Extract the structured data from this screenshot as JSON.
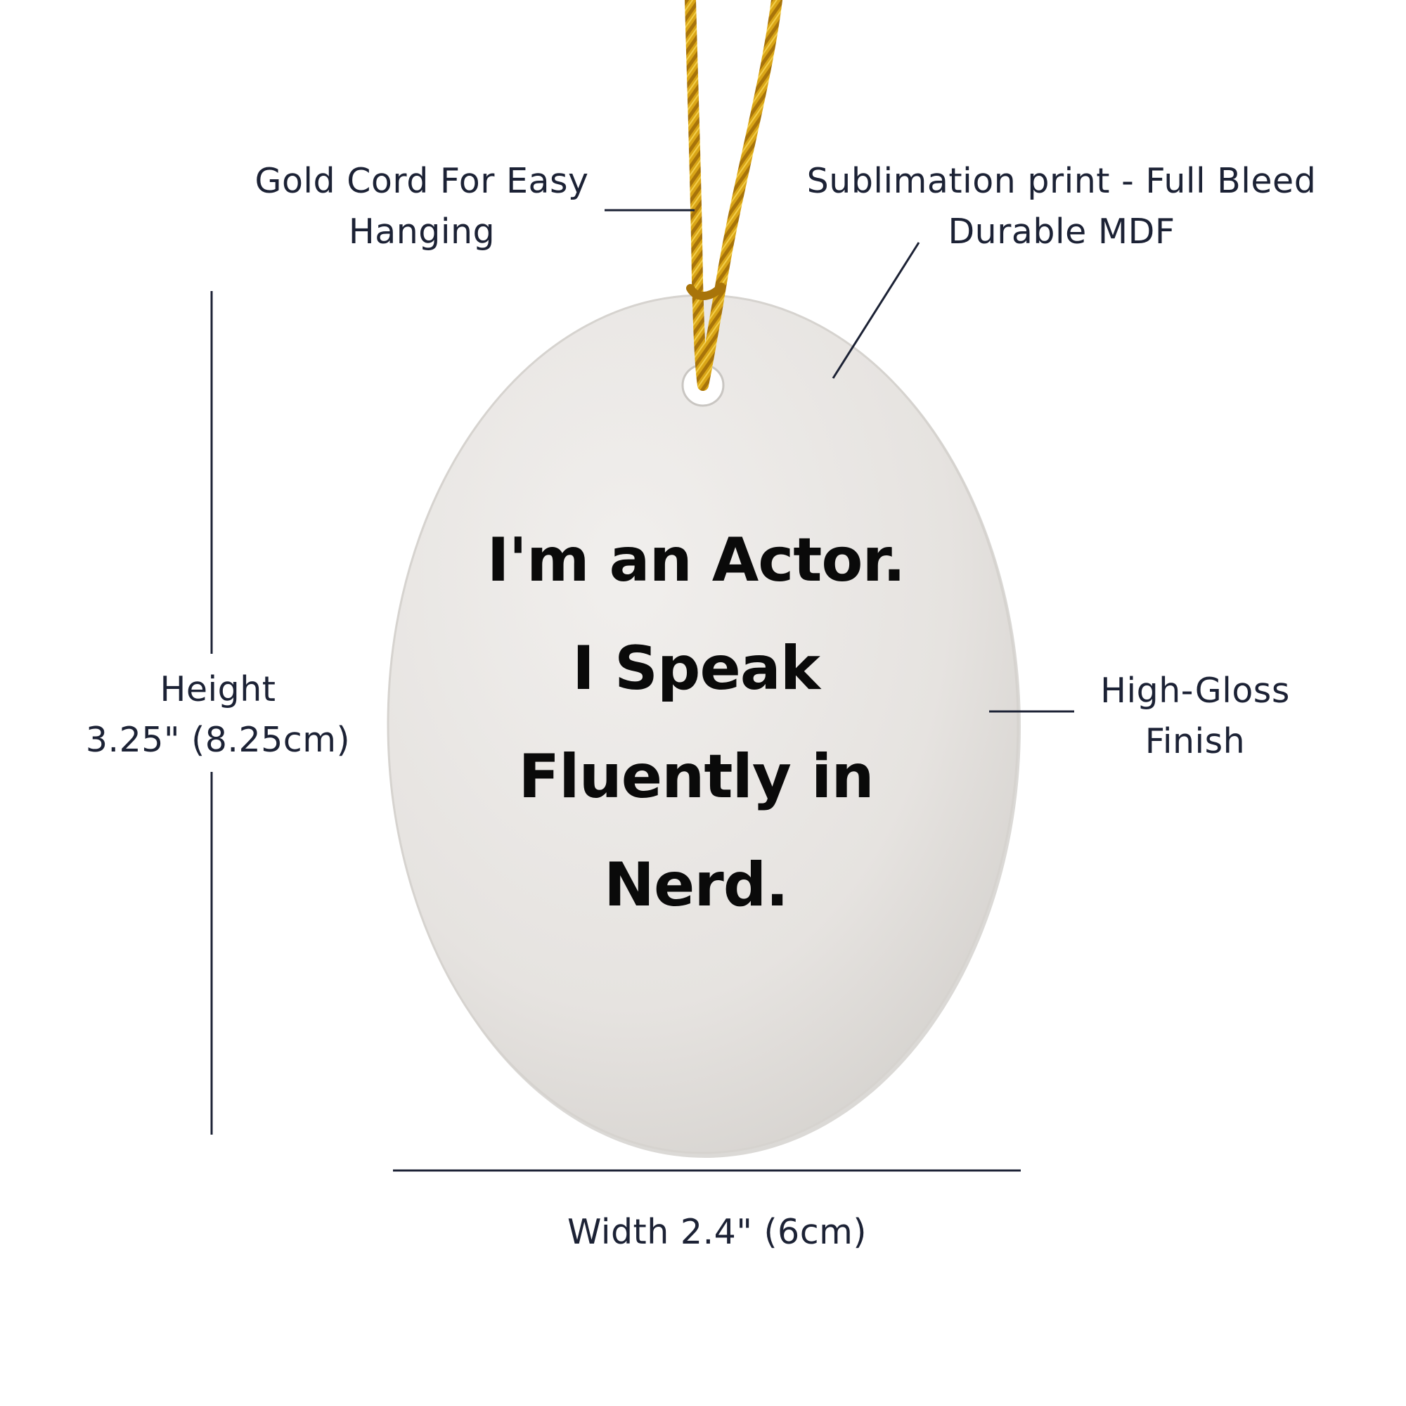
{
  "callouts": {
    "cord": {
      "line1": "Gold Cord For Easy",
      "line2": "Hanging"
    },
    "print": {
      "line1": "Sublimation print - Full Bleed",
      "line2": "Durable MDF"
    },
    "gloss": {
      "line1": "High-Gloss",
      "line2": "Finish"
    },
    "height": {
      "line1": "Height",
      "line2": "3.25\" (8.25cm)"
    },
    "width": {
      "line1": "Width 2.4\" (6cm)"
    }
  },
  "ornament": {
    "slogan": [
      "I'm an Actor.",
      "I Speak",
      "Fluently in",
      "Nerd."
    ]
  },
  "colors": {
    "text": "#1c2235",
    "line": "#1c2235",
    "ornament": "#e9e7e4",
    "ornament_edge": "#c9c6c2",
    "cord": "#d9a516",
    "cord_dark": "#a8740a"
  }
}
